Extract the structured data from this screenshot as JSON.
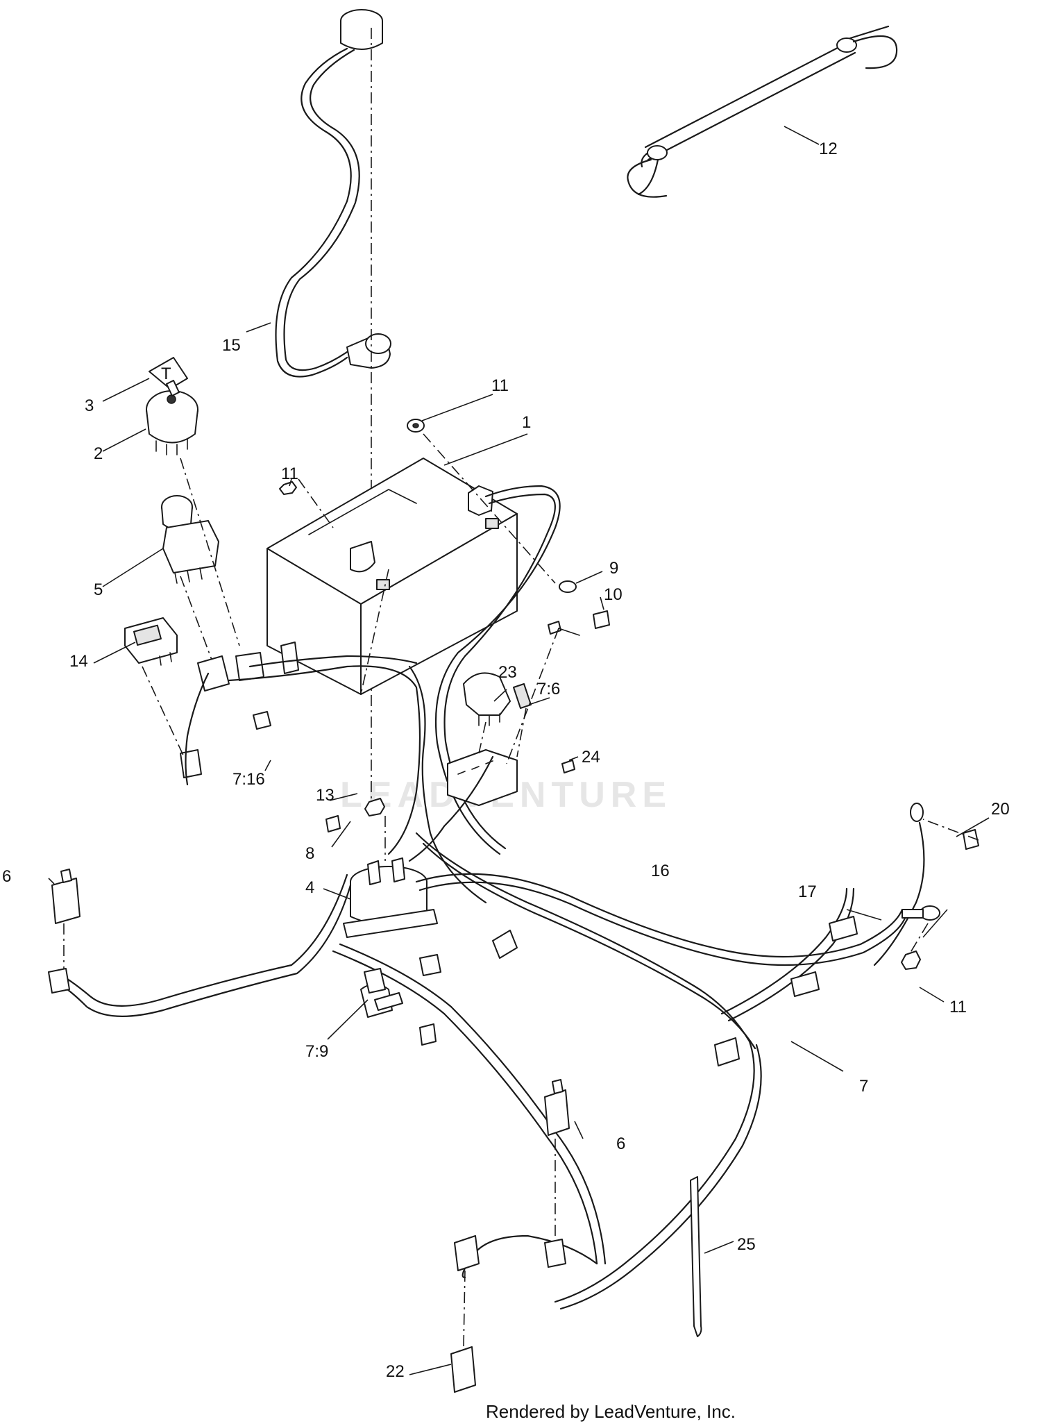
{
  "watermark": "LEADVENTURE",
  "credit": "Rendered by LeadVenture, Inc.",
  "callouts": [
    {
      "id": "c1",
      "text": "1"
    },
    {
      "id": "c2",
      "text": "2"
    },
    {
      "id": "c3",
      "text": "3"
    },
    {
      "id": "c4",
      "text": "4"
    },
    {
      "id": "c5",
      "text": "5"
    },
    {
      "id": "c6a",
      "text": "6"
    },
    {
      "id": "c6b",
      "text": "6"
    },
    {
      "id": "c7",
      "text": "7"
    },
    {
      "id": "c7-6",
      "text": "7:6"
    },
    {
      "id": "c7-9",
      "text": "7:9"
    },
    {
      "id": "c7-16",
      "text": "7:16"
    },
    {
      "id": "c8",
      "text": "8"
    },
    {
      "id": "c9",
      "text": "9"
    },
    {
      "id": "c10",
      "text": "10"
    },
    {
      "id": "c11a",
      "text": "11"
    },
    {
      "id": "c11b",
      "text": "11"
    },
    {
      "id": "c11c",
      "text": "11"
    },
    {
      "id": "c12",
      "text": "12"
    },
    {
      "id": "c13",
      "text": "13"
    },
    {
      "id": "c14",
      "text": "14"
    },
    {
      "id": "c15",
      "text": "15"
    },
    {
      "id": "c16",
      "text": "16"
    },
    {
      "id": "c17",
      "text": "17"
    },
    {
      "id": "c20",
      "text": "20"
    },
    {
      "id": "c22",
      "text": "22"
    },
    {
      "id": "c23",
      "text": "23"
    },
    {
      "id": "c24",
      "text": "24"
    },
    {
      "id": "c25",
      "text": "25"
    }
  ]
}
